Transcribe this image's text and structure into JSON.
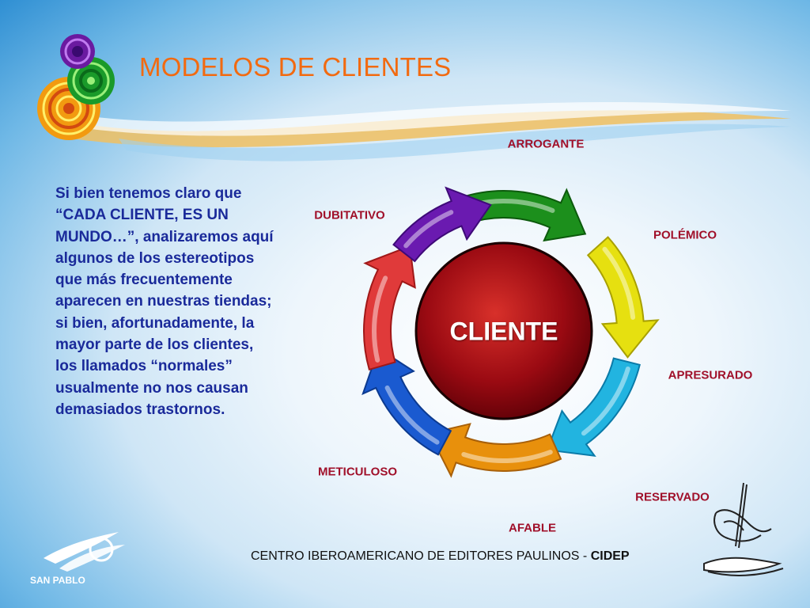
{
  "title": "MODELOS DE CLIENTES",
  "body_text": "Si bien tenemos claro que “CADA CLIENTE, ES UN MUNDO…”, analizaremos aquí algunos de los estereotipos que más frecuentemente aparecen en nuestras tiendas; si bien, afortunadamente, la mayor parte de los clientes, los llamados “normales” usualmente no nos causan demasiados trastornos.",
  "diagram": {
    "center": "CLIENTE",
    "labels": {
      "arrogante": "ARROGANTE",
      "polemico": "POLÉMICO",
      "apresurado": "APRESURADO",
      "reservado": "RESERVADO",
      "afable": "AFABLE",
      "meticuloso": "METICULOSO",
      "dubitativo": "DUBITATIVO"
    }
  },
  "footer": {
    "text": "CENTRO IBEROAMERICANO DE EDITORES PAULINOS - ",
    "strong": "CIDEP"
  },
  "logo": {
    "text": "SAN PABLO"
  },
  "colors": {
    "title": "#f26a10",
    "body_text": "#1a2a9a",
    "labels": "#a0102a",
    "center_circle": "#8a0a10"
  },
  "icons": [
    "concentric-rings-logo-icon",
    "san-pablo-logo-icon",
    "hand-writing-icon",
    "circular-arrow-icon"
  ]
}
